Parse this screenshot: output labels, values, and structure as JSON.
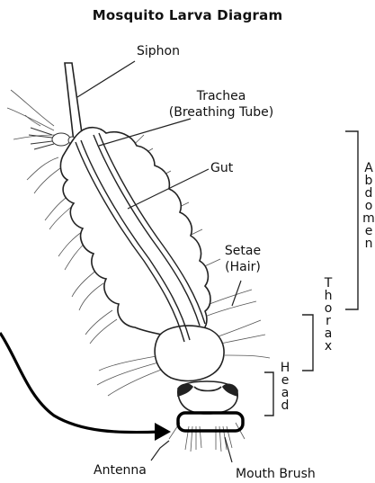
{
  "title": "Mosquito Larva Diagram",
  "labels": {
    "siphon": "Siphon",
    "trachea_line1": "Trachea",
    "trachea_line2": "(Breathing Tube)",
    "gut": "Gut",
    "setae_line1": "Setae",
    "setae_line2": "(Hair)",
    "antenna": "Antenna",
    "mouth_brush": "Mouth Brush",
    "abdomen": "Abdomen",
    "thorax": "Thorax",
    "head": "Head"
  }
}
